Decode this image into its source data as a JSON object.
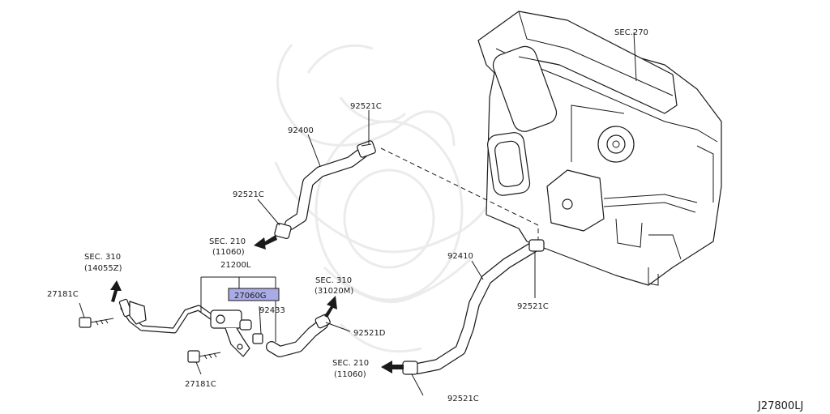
{
  "labels": {
    "sec270": "SEC.270",
    "p92521c_top": "92521C",
    "p92400": "92400",
    "p92521c_left": "92521C",
    "sec210_upper": "SEC. 210",
    "sec210_upper_ref": "(11060)",
    "p21200l": "21200L",
    "sec310_left": "SEC. 310",
    "sec310_left_ref": "(14055Z)",
    "p27181c_left": "27181C",
    "p27060g": "27060G",
    "p92433": "92433",
    "sec310_mid": "SEC. 310",
    "sec310_mid_ref": "(31020M)",
    "p92521d": "92521D",
    "p92410": "92410",
    "p92521c_right": "92521C",
    "sec210_lower": "SEC. 210",
    "sec210_lower_ref": "(11060)",
    "p27181c_bottom": "27181C",
    "p92521c_bottom": "92521C",
    "diagram_code": "J27800LJ"
  },
  "colors": {
    "highlight": "#a9abe6",
    "line": "#1a1a1a",
    "watermark": "#ebebeb"
  }
}
